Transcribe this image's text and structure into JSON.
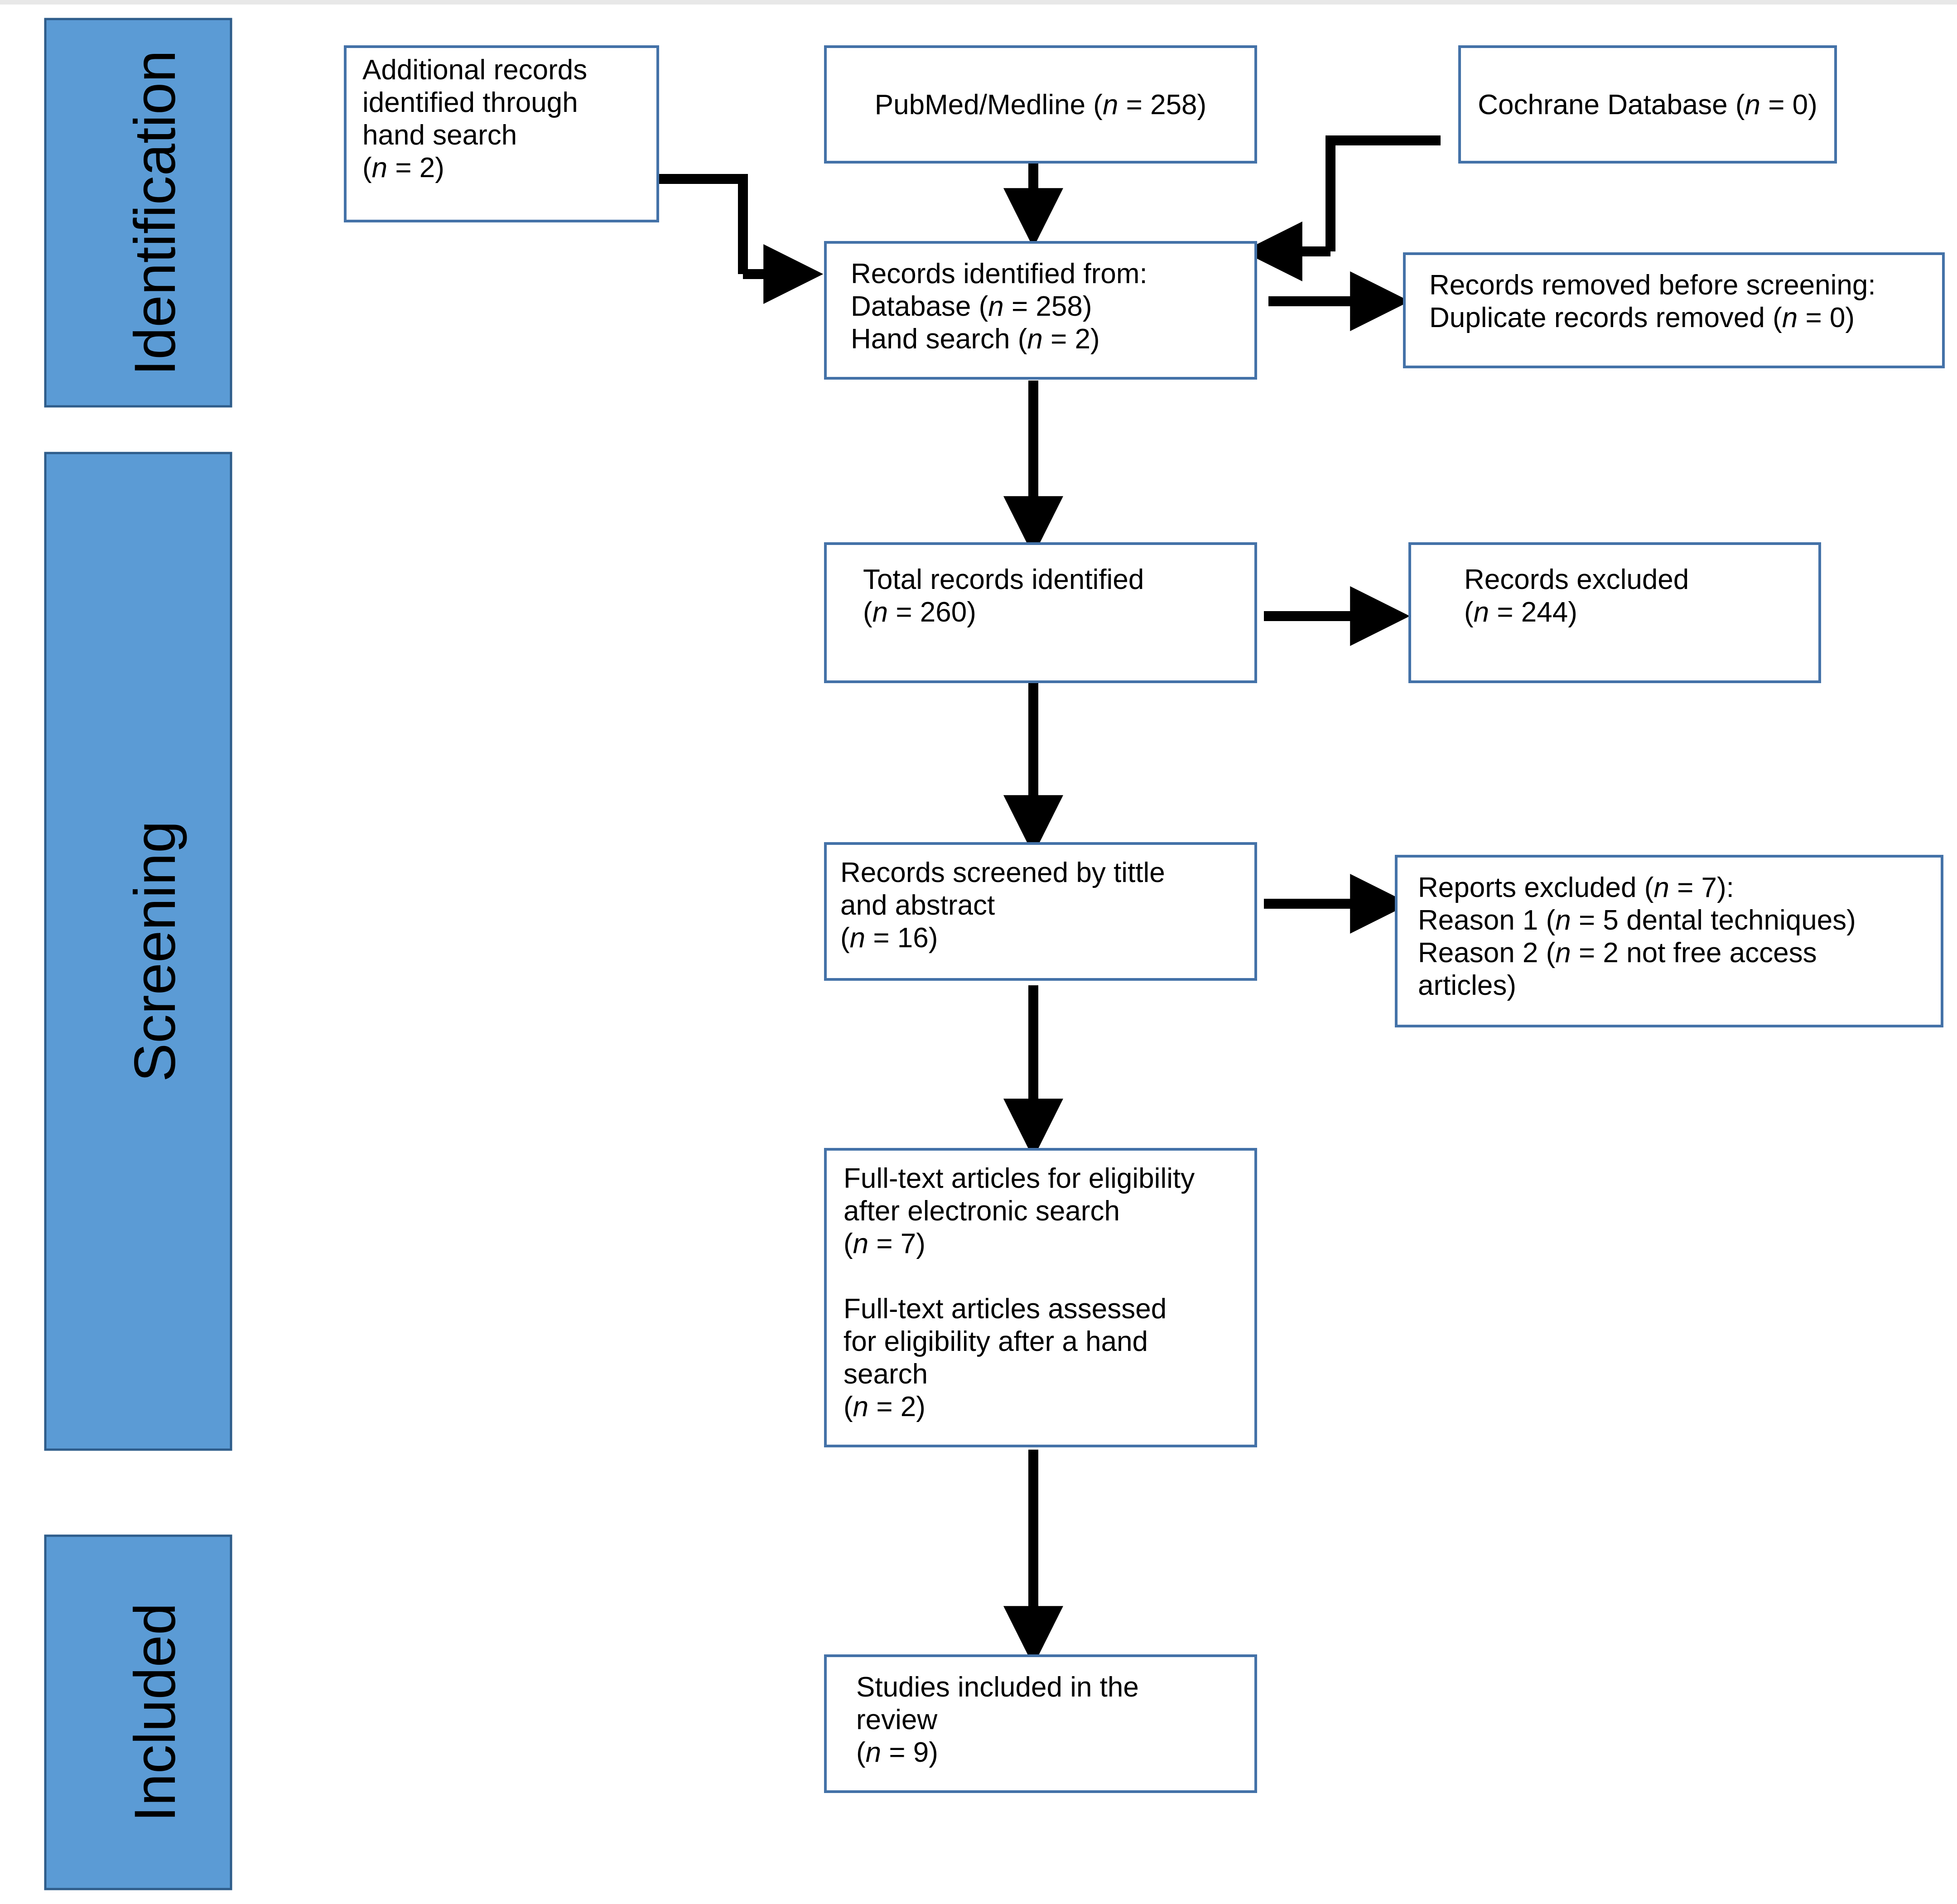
{
  "diagram": {
    "type": "prisma-flow-diagram",
    "accent_color": "#5B9BD5",
    "box_border_color": "#4472A8",
    "arrow_color": "#000000",
    "background": "#ffffff"
  },
  "stages": [
    {
      "id": "identification",
      "label": "Identification"
    },
    {
      "id": "screening",
      "label": "Screening"
    },
    {
      "id": "included",
      "label": "Included"
    }
  ],
  "nodes": {
    "hand_search": {
      "lines": [
        {
          "text": "Additional records"
        },
        {
          "text": "identified through"
        },
        {
          "text": "hand search"
        },
        {
          "prefix": "(",
          "italic": "n",
          "suffix": " = 2)"
        }
      ]
    },
    "pubmed": {
      "lines": [
        {
          "prefix": "PubMed/Medline (",
          "italic": "n",
          "suffix": " = 258)"
        }
      ]
    },
    "cochrane": {
      "lines": [
        {
          "prefix": "Cochrane Database (",
          "italic": "n",
          "suffix": " = 0)"
        }
      ]
    },
    "records_identified": {
      "lines": [
        {
          "text": "Records identified from:"
        },
        {
          "prefix": "Database (",
          "italic": "n",
          "suffix": " = 258)"
        },
        {
          "prefix": "Hand search (",
          "italic": "n",
          "suffix": " = 2)"
        }
      ]
    },
    "records_removed": {
      "lines": [
        {
          "text": "Records removed before screening:"
        },
        {
          "prefix": "Duplicate records removed (",
          "italic": "n",
          "suffix": " = 0)"
        }
      ]
    },
    "total_records": {
      "lines": [
        {
          "text": "Total records identified"
        },
        {
          "prefix": "(",
          "italic": "n",
          "suffix": " = 260)"
        }
      ]
    },
    "records_excluded": {
      "lines": [
        {
          "text": "Records excluded"
        },
        {
          "prefix": "(",
          "italic": "n",
          "suffix": " = 244)"
        }
      ]
    },
    "records_screened": {
      "lines": [
        {
          "text": "Records screened by tittle"
        },
        {
          "text": "and abstract"
        },
        {
          "prefix": "(",
          "italic": "n",
          "suffix": " = 16)"
        }
      ]
    },
    "reports_excluded": {
      "lines": [
        {
          "prefix": "Reports excluded (",
          "italic": "n",
          "suffix": " = 7):"
        },
        {
          "prefix": "Reason 1 (",
          "italic": "n",
          "suffix": " = 5 dental techniques)"
        },
        {
          "prefix": "Reason 2 (",
          "italic": "n",
          "suffix": " = 2 not free access"
        },
        {
          "text": "articles)"
        }
      ]
    },
    "full_text": {
      "lines": [
        {
          "text": "Full-text articles for eligibility"
        },
        {
          "text": "after electronic search"
        },
        {
          "prefix": "(",
          "italic": "n",
          "suffix": " = 7)"
        },
        {
          "text": ""
        },
        {
          "text": "Full-text articles assessed"
        },
        {
          "text": "for eligibility after a hand"
        },
        {
          "text": "search"
        },
        {
          "prefix": "(",
          "italic": "n",
          "suffix": " = 2)"
        }
      ]
    },
    "studies_included": {
      "lines": [
        {
          "text": "Studies included in the"
        },
        {
          "text": "review"
        },
        {
          "prefix": "(",
          "italic": "n",
          "suffix": " = 9)"
        }
      ]
    }
  },
  "counts": {
    "hand_search_records": 2,
    "pubmed_records": 258,
    "cochrane_records": 0,
    "database_records": 258,
    "duplicates_removed": 0,
    "total_identified": 260,
    "records_excluded": 244,
    "records_screened": 16,
    "reports_excluded": 7,
    "reason_1": 5,
    "reason_2": 2,
    "full_text_electronic": 7,
    "full_text_hand": 2,
    "studies_included": 9
  }
}
